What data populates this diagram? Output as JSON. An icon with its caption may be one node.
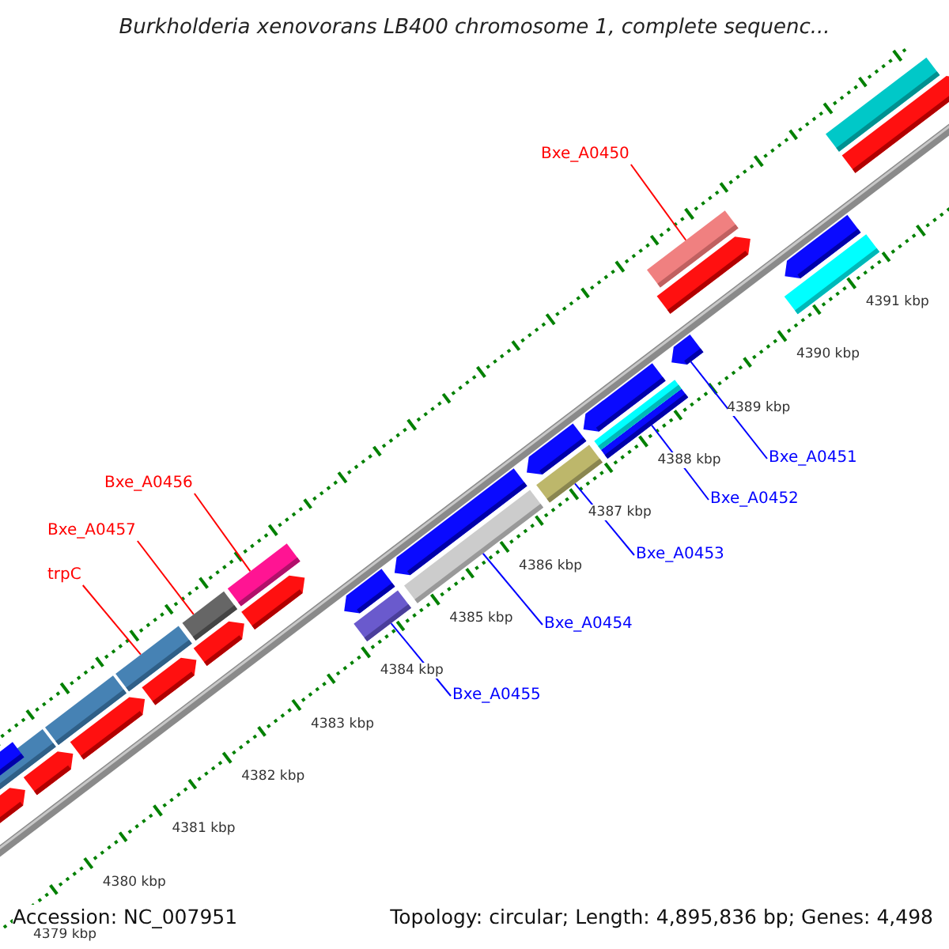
{
  "diagram": {
    "title": "Burkholderia xenovorans LB400 chromosome 1, complete sequenc...",
    "nodes": [
      {
        "text": [
          "Bxe_A0450"
        ]
      },
      {
        "text": [],
        "shape": "bar"
      },
      {
        "text": [
          "Bxe_A0456"
        ]
      },
      {
        "text": [],
        "shape": "bar"
      },
      {
        "text": [
          "Bxe_A0457"
        ]
      },
      {
        "text": [],
        "shape": "bar"
      },
      {
        "text": [
          "trpC"
        ]
      },
      {
        "text": [],
        "shape": "bar"
      },
      {
        "text": [
          "Bxe_A0451"
        ]
      },
      {
        "text": [],
        "shape": "pentagon"
      },
      {
        "text": [
          "Bxe_A0452"
        ]
      },
      {
        "text": [],
        "shape": "bar"
      },
      {
        "text": [
          "Bxe_A0453"
        ]
      },
      {
        "text": [],
        "shape": "bar"
      },
      {
        "text": [
          "Bxe_A0454"
        ]
      },
      {
        "text": [],
        "shape": "bar"
      },
      {
        "text": [
          "Bxe_A0455"
        ]
      },
      {
        "text": [],
        "shape": "bar"
      },
      {
        "text": [],
        "shape": "pentagon"
      },
      {
        "text": [],
        "shape": "pentagon"
      },
      {
        "text": [],
        "shape": "pentagon"
      },
      {
        "text": [],
        "shape": "pentagon"
      },
      {
        "text": [],
        "shape": "pentagon"
      },
      {
        "text": [],
        "shape": "pentagon"
      },
      {
        "text": [],
        "shape": "pentagon"
      },
      {
        "text": [],
        "shape": "pentagon"
      },
      {
        "text": [],
        "shape": "bar"
      },
      {
        "text": [],
        "shape": "bar"
      },
      {
        "text": [],
        "shape": "bar"
      },
      {
        "text": [],
        "shape": "pentagon"
      },
      {
        "text": [],
        "shape": "pentagon"
      },
      {
        "text": [],
        "shape": "pentagon"
      },
      {
        "text": [],
        "shape": "pentagon"
      },
      {
        "text": [],
        "shape": "pentagon"
      },
      {
        "text": [],
        "shape": "bar"
      }
    ],
    "edges": [
      {
        "from": 0,
        "to": 1,
        "arrow": "none",
        "color": "#ff0000"
      },
      {
        "from": 2,
        "to": 3,
        "arrow": "none",
        "color": "#ff0000"
      },
      {
        "from": 4,
        "to": 5,
        "arrow": "none",
        "color": "#ff0000"
      },
      {
        "from": 6,
        "to": 7,
        "arrow": "none",
        "color": "#ff0000"
      },
      {
        "from": 8,
        "to": 9,
        "arrow": "none"
      },
      {
        "from": 10,
        "to": 11,
        "arrow": "none"
      },
      {
        "from": 12,
        "to": 13,
        "arrow": "none"
      },
      {
        "from": 14,
        "to": 15,
        "arrow": "none"
      },
      {
        "from": 16,
        "to": 17,
        "arrow": "none"
      }
    ],
    "labels": [
      "4391 kbp",
      "4390 kbp",
      "4389 kbp",
      "4388 kbp",
      "4387 kbp",
      "4386 kbp",
      "4385 kbp",
      "4384 kbp",
      "4383 kbp",
      "4382 kbp",
      "4381 kbp",
      "4380 kbp",
      "4379 kbp",
      "Accession: NC_007951",
      "Topology: circular; Length: 4,895,836 bp; Genes: 4,498"
    ]
  }
}
